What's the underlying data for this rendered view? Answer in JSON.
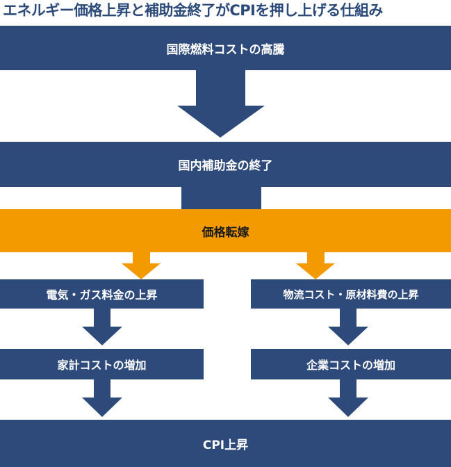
{
  "title": "エネルギー価格上昇と補助金終了がCPIを押し上げる仕組み",
  "nodes": {
    "fuel_cost": "国際燃料コストの高騰",
    "subsidy_end": "国内補助金の終了",
    "price_pass": "価格転嫁",
    "utility_rise": "電気・ガス料金の上昇",
    "logistics_rise": "物流コスト・原材料費の上昇",
    "household_cost": "家計コストの増加",
    "corporate_cost": "企業コストの増加",
    "cpi_rise": "CPI上昇"
  },
  "colors": {
    "primary": "#2d4a7b",
    "accent": "#f29a00",
    "title": "#2b4a7a"
  }
}
